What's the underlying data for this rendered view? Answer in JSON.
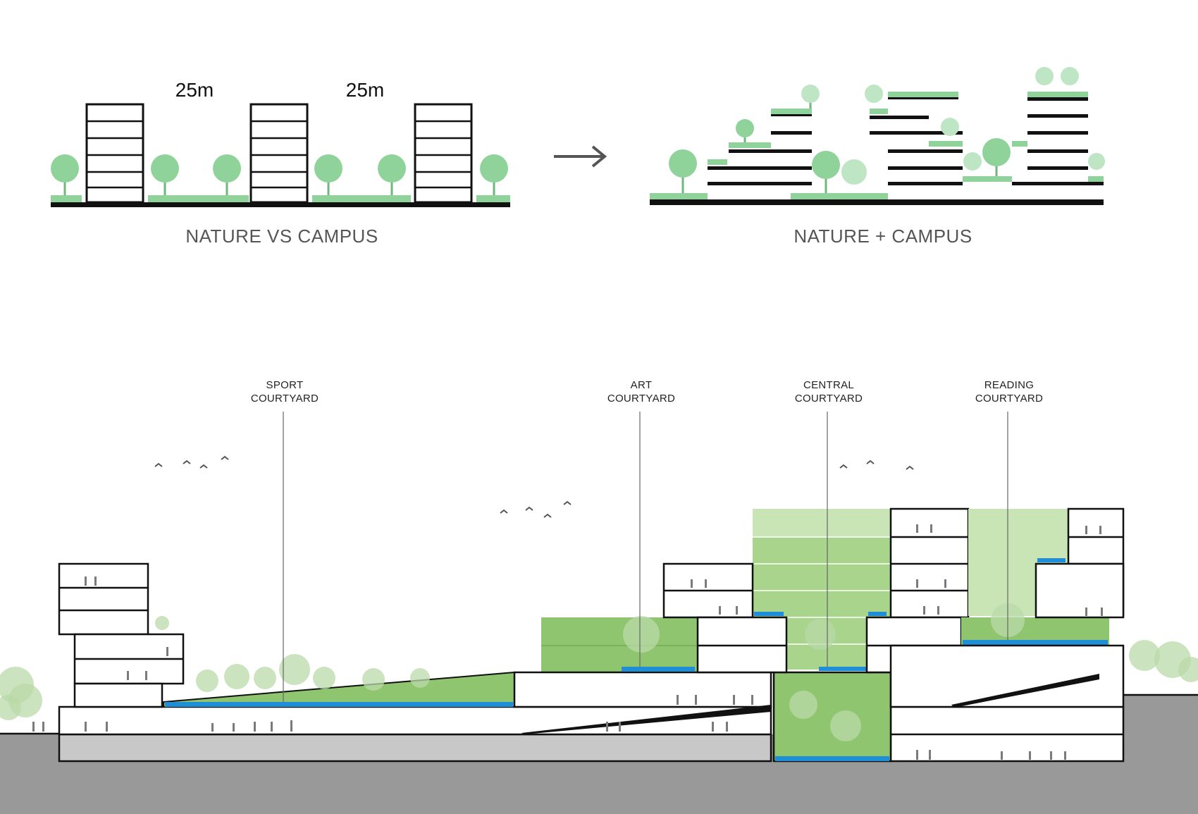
{
  "top_left": {
    "caption": "NATURE VS CAMPUS",
    "spacing_labels": [
      "25m",
      "25m"
    ]
  },
  "top_right": {
    "caption": "NATURE + CAMPUS"
  },
  "section": {
    "labels": [
      {
        "line1": "SPORT",
        "line2": "COURTYARD"
      },
      {
        "line1": "ART",
        "line2": "COURTYARD"
      },
      {
        "line1": "CENTRAL",
        "line2": "COURTYARD"
      },
      {
        "line1": "READING",
        "line2": "COURTYARD"
      }
    ]
  },
  "colors": {
    "green_lawn": "#8fd39a",
    "pool_blue": "#1e8fd6",
    "ground_gray": "#999999",
    "basement_gray": "#c8c8c8"
  }
}
